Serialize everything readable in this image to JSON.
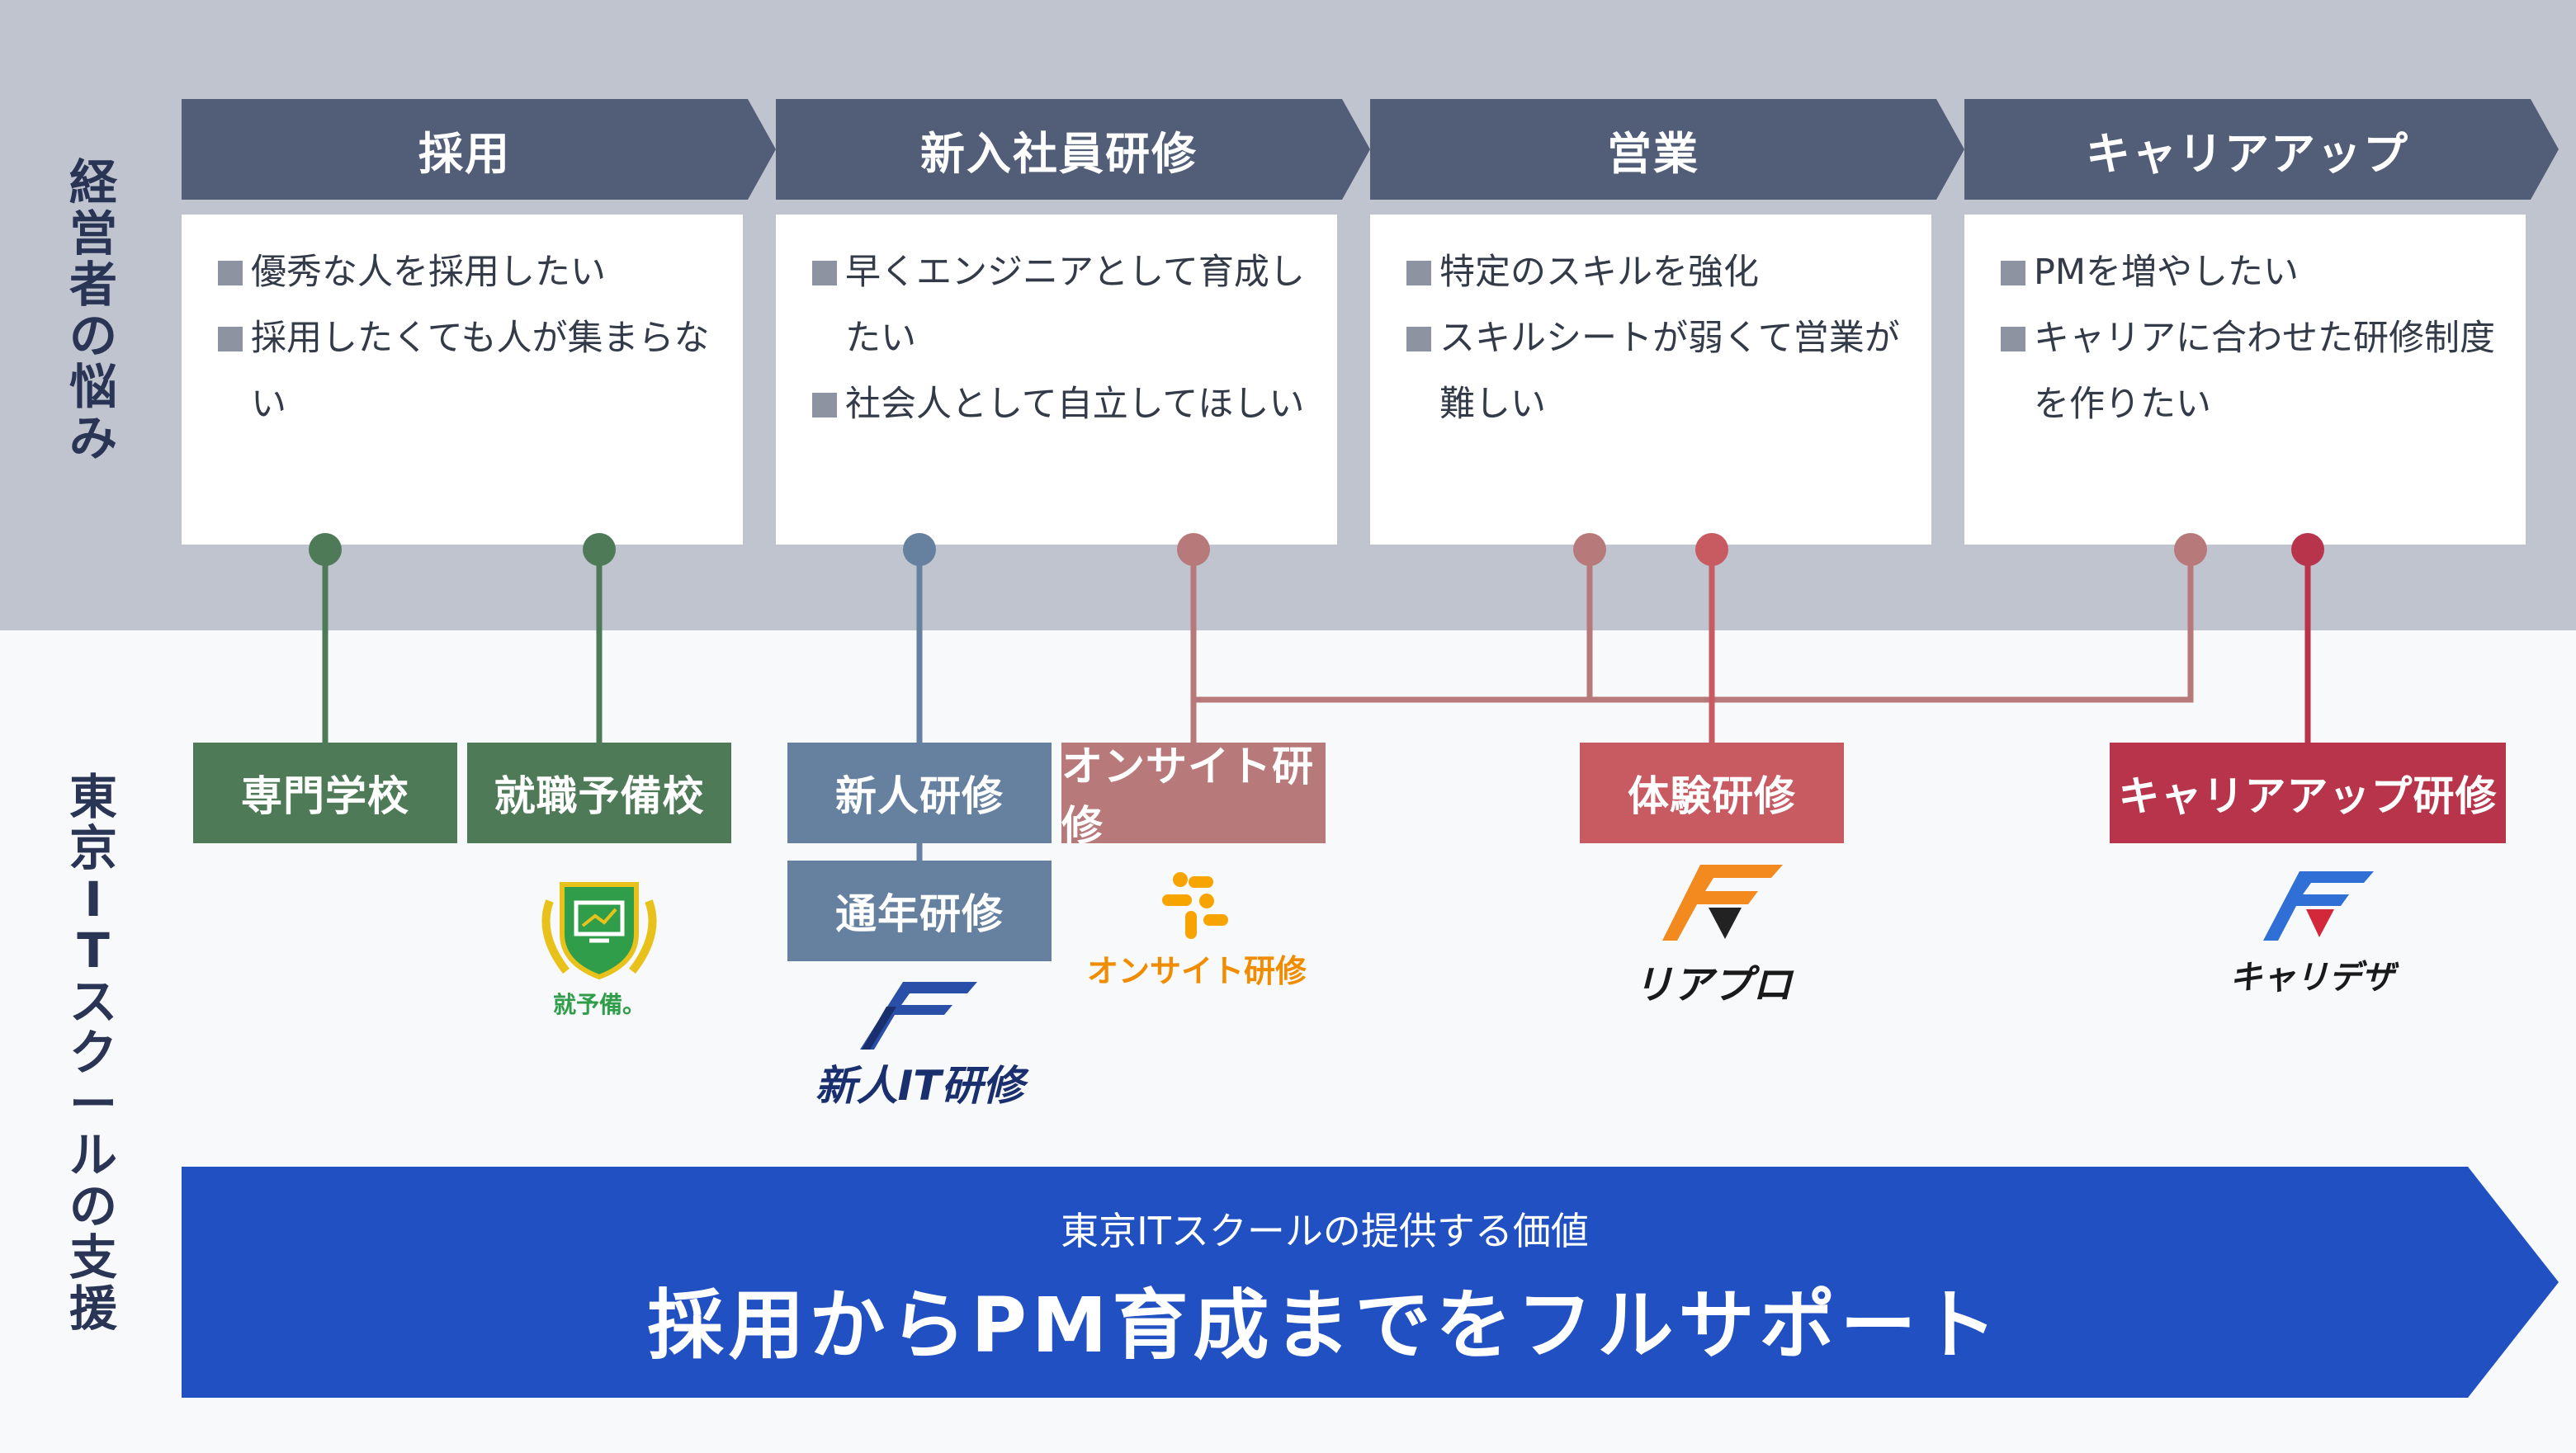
{
  "side": {
    "top_label": "経営者の悩み",
    "bottom_label": "東京ITスクールの支援"
  },
  "stages": [
    {
      "title": "採用",
      "items": [
        "優秀な人を採用したい",
        "採用したくても人が集まらない"
      ]
    },
    {
      "title": "新入社員研修",
      "items": [
        "早くエンジニアとして育成したい",
        "社会人として自立してほしい"
      ]
    },
    {
      "title": "営業",
      "items": [
        "特定のスキルを強化",
        "スキルシートが弱くて営業が難しい"
      ]
    },
    {
      "title": "キャリアアップ",
      "items": [
        "PMを増やしたい",
        "キャリアに合わせた研修制度を作りたい"
      ]
    }
  ],
  "services": {
    "senmon": "専門学校",
    "shushoku": "就職予備校",
    "shinjin": "新人研修",
    "tsunen": "通年研修",
    "onsite": "オンサイト研修",
    "taiken": "体験研修",
    "career": "キャリアアップ研修"
  },
  "logos": {
    "shuyobi": "就予備。",
    "shinjin_it": "新人IT研修",
    "onsite": "オンサイト研修",
    "riapuro": "リアプロ",
    "kyaridesa": "キャリデザ"
  },
  "banner": {
    "subtitle": "東京ITスクールの提供する価値",
    "title": "採用からPM育成までをフルサポート"
  },
  "colors": {
    "stage_header": "#525e78",
    "green": "#4f7a58",
    "blue_gray": "#6680a0",
    "rose": "#b8797a",
    "red": "#c85a62",
    "crimson": "#b8344a",
    "banner_blue": "#2150c2"
  }
}
